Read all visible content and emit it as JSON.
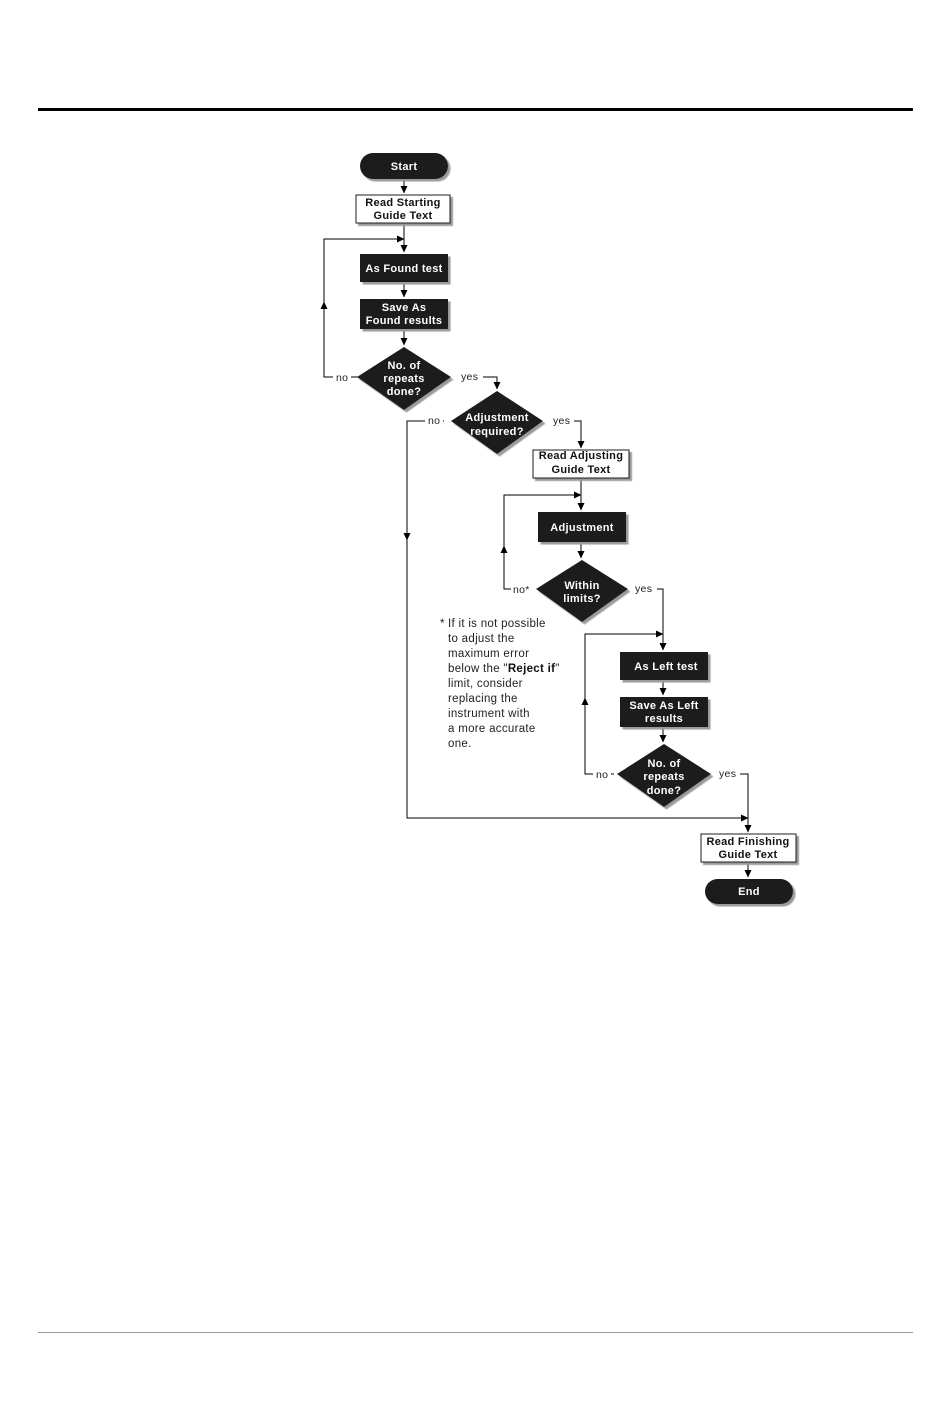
{
  "nodes": {
    "start": "Start",
    "read_starting_1": "Read Starting",
    "read_starting_2": "Guide Text",
    "as_found_test": "As Found test",
    "save_found_1": "Save As",
    "save_found_2": "Found results",
    "repeats1_1": "No. of",
    "repeats1_2": "repeats",
    "repeats1_3": "done?",
    "adjreq_1": "Adjustment",
    "adjreq_2": "required?",
    "read_adjusting_1": "Read Adjusting",
    "read_adjusting_2": "Guide Text",
    "adjustment": "Adjustment",
    "within_1": "Within",
    "within_2": "limits?",
    "as_left_test": "As Left test",
    "save_left_1": "Save As Left",
    "save_left_2": "results",
    "repeats2_1": "No. of",
    "repeats2_2": "repeats",
    "repeats2_3": "done?",
    "read_finishing_1": "Read Finishing",
    "read_finishing_2": "Guide Text",
    "end": "End"
  },
  "edges": {
    "repeats1_no": "no",
    "repeats1_yes": "yes",
    "adjreq_no": "no",
    "adjreq_yes": "yes",
    "within_no": "no*",
    "within_yes": "yes",
    "repeats2_no": "no",
    "repeats2_yes": "yes"
  },
  "footnote": {
    "star": "*",
    "text_before": "If it is not possible\nto adjust the\nmaximum error\nbelow the \"",
    "bold": "Reject if",
    "text_after": "\"\nlimit, consider\nreplacing the\ninstrument with\na more accurate\none."
  }
}
